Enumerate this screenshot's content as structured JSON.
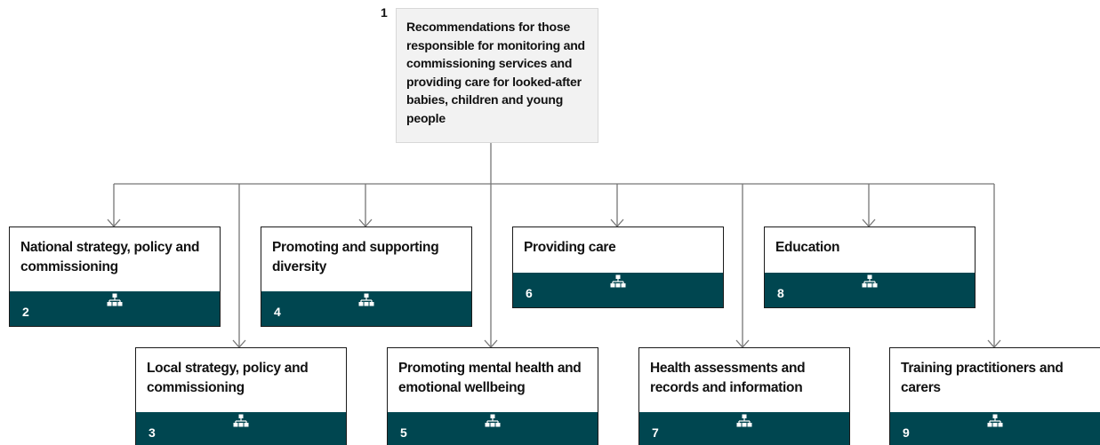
{
  "root": {
    "number": "1",
    "title": "Recommendations for those responsible for monitoring and commissioning services and providing care for looked-after babies, children and young people"
  },
  "nodes": [
    {
      "number": "2",
      "title": "National strategy, policy and commissioning"
    },
    {
      "number": "3",
      "title": "Local strategy, policy and commissioning"
    },
    {
      "number": "4",
      "title": "Promoting and supporting diversity"
    },
    {
      "number": "5",
      "title": "Promoting mental health and emotional wellbeing"
    },
    {
      "number": "6",
      "title": "Providing care"
    },
    {
      "number": "7",
      "title": "Health assessments and records and information"
    },
    {
      "number": "8",
      "title": "Education"
    },
    {
      "number": "9",
      "title": "Training practitioners and carers"
    }
  ],
  "icons": {
    "node_footer_icon": "hierarchy-icon",
    "connector_arrow": "arrow-down-icon"
  },
  "colors": {
    "footer": "#004650",
    "root_background": "#f2f2f2",
    "connector": "#777777"
  }
}
